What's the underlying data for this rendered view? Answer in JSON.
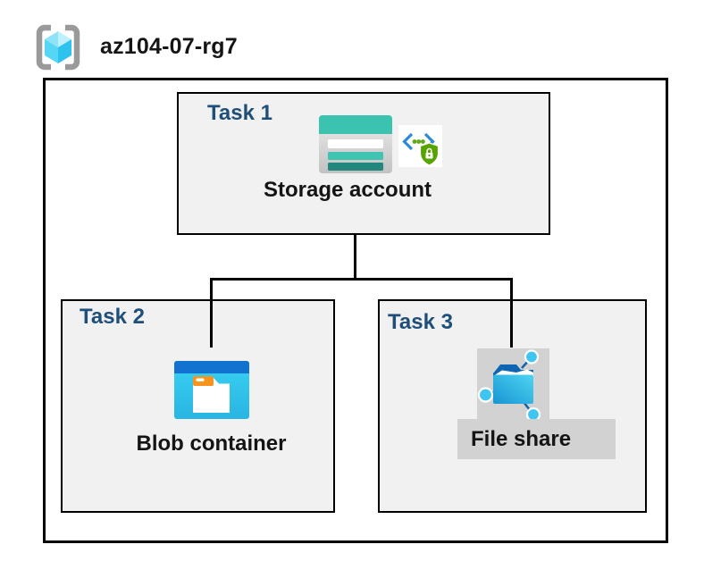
{
  "header": {
    "resource_group_name": "az104-07-rg7"
  },
  "tasks": [
    {
      "label": "Task 1",
      "resource": "Storage account"
    },
    {
      "label": "Task 2",
      "resource": "Blob container"
    },
    {
      "label": "Task 3",
      "resource": "File share"
    }
  ],
  "icons": {
    "resource_group": "resource-group-brackets-cube-icon",
    "storage_account": "storage-account-icon",
    "secure_access": "code-brackets-shield-lock-icon",
    "blob_container": "blob-container-icon",
    "file_share": "file-share-connected-folder-icon"
  },
  "colors": {
    "task_label_navy": "#1F4E79",
    "box_fill_gray": "#F1F1F1",
    "border_black": "#000000",
    "storage_teal": "#3CC3B0",
    "storage_teal_dark": "#23877D",
    "secure_blue": "#2E8AD8",
    "secure_green": "#57A300",
    "blob_bar_blue": "#1173CF",
    "blob_body_cyan": "#33CDF0",
    "folder_tab_orange": "#F7941E",
    "fileshare_blue": "#1795D2",
    "node_cyan": "#3EC6F0",
    "label_strip_gray": "#D2D2D2",
    "rg_bracket_gray": "#9A9A9A",
    "rg_cube_cyan": "#55D6F5"
  }
}
